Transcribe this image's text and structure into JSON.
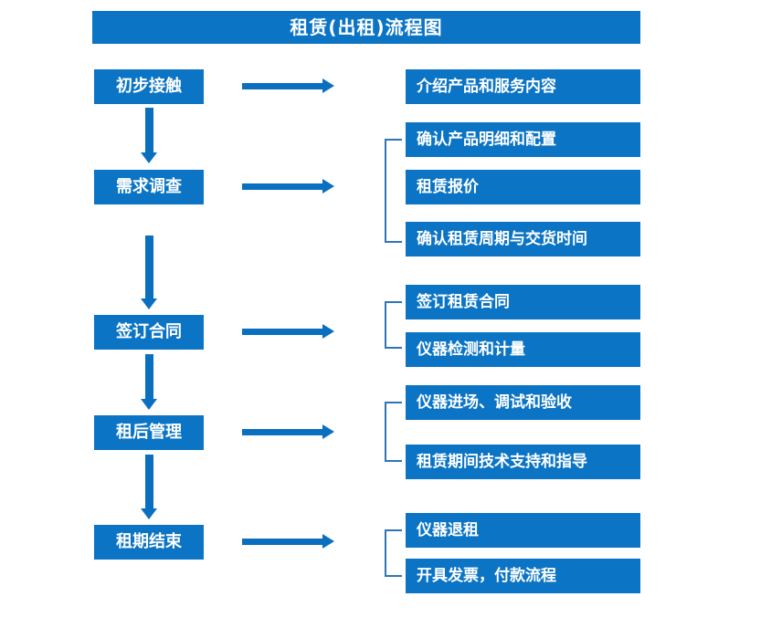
{
  "title": "租赁(出租)流程图",
  "colors": {
    "primary_blue": "#0B74C4",
    "arrow_blue": "#0B6FBF",
    "bracket_blue": "#2E75B6",
    "text_on_blue": "#FFFFFF",
    "background": "#FFFFFF"
  },
  "stages": [
    {
      "label": "初步接触"
    },
    {
      "label": "需求调查"
    },
    {
      "label": "签订合同"
    },
    {
      "label": "租后管理"
    },
    {
      "label": "租期结束"
    }
  ],
  "details": [
    {
      "label": "介绍产品和服务内容"
    },
    {
      "label": "确认产品明细和配置"
    },
    {
      "label": "租赁报价"
    },
    {
      "label": "确认租赁周期与交货时间"
    },
    {
      "label": "签订租赁合同"
    },
    {
      "label": "仪器检测和计量"
    },
    {
      "label": "仪器进场、调试和验收"
    },
    {
      "label": "租赁期间技术支持和指导"
    },
    {
      "label": "仪器退租"
    },
    {
      "label": "开具发票，付款流程"
    }
  ],
  "flow": {
    "stage_to_detail_arrow": "arrow-right",
    "stage_to_stage_arrow": "arrow-down",
    "group_connector": "bracket"
  }
}
